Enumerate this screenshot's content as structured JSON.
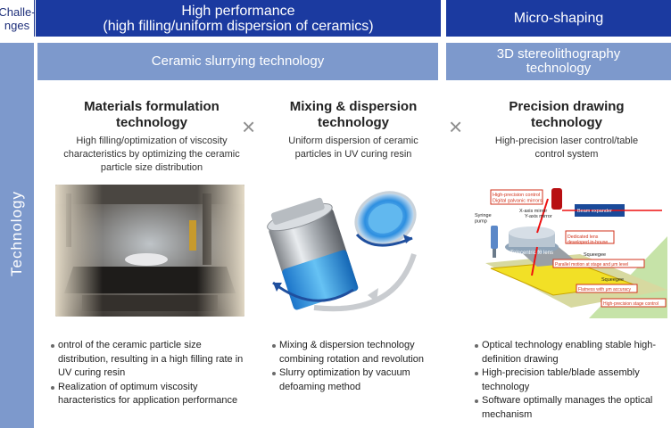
{
  "header": {
    "challenges_label": "Challe-\nnges",
    "high_performance": "High performance\n(high filling/uniform dispersion of ceramics)",
    "micro_shaping": "Micro-shaping"
  },
  "subheader": {
    "slurrying": "Ceramic slurrying technology",
    "stereolithography": "3D stereolithography\ntechnology"
  },
  "side_label": "Technology",
  "columns": [
    {
      "title": "Materials formulation\ntechnology",
      "desc": "High filling/optimization of viscosity\ncharacteristics by optimizing the ceramic\nparticle size distribution",
      "bullets": [
        "ontrol of the ceramic particle size distribution, resulting in a high filling rate in UV curing resin",
        "Realization of optimum viscosity haracteristics for application performance"
      ]
    },
    {
      "title": "Mixing & dispersion\ntechnology",
      "desc": "Uniform dispersion of ceramic\nparticles in UV curing resin",
      "bullets": [
        "Mixing & dispersion technology combining rotation and revolution",
        "Slurry optimization by vacuum defoaming method"
      ]
    },
    {
      "title": "Precision drawing\ntechnology",
      "desc": "High-precision laser control/table\ncontrol system",
      "bullets": [
        "Optical technology enabling stable high-definition drawing",
        "High-precision table/blade assembly technology",
        "Software optimally manages the optical mechanism"
      ]
    }
  ],
  "cross_symbol": "×",
  "diagram_labels": {
    "galvano": "High-precision control\nDigital galvanic mirrors",
    "x_mirror": "X-axis mirror",
    "y_mirror": "Y-axis mirror",
    "beam_expander": "Beam expander",
    "syringe_pump": "Syringe\npump",
    "dedicated_lens": "Dedicated lens\ndeveloped in-house",
    "telecentric": "Telecentric fθ lens",
    "squeegee1": "Squeegee",
    "parallel_motion": "Parallel motion at stage and μm level",
    "squeegee2": "Squeegee",
    "flatness": "Flatness with μm accuracy",
    "stage_control": "High-precision stage control"
  },
  "colors": {
    "header_blue": "#1b3aa0",
    "sub_blue": "#7d99cc",
    "cross_gray": "#8e8e8e"
  }
}
